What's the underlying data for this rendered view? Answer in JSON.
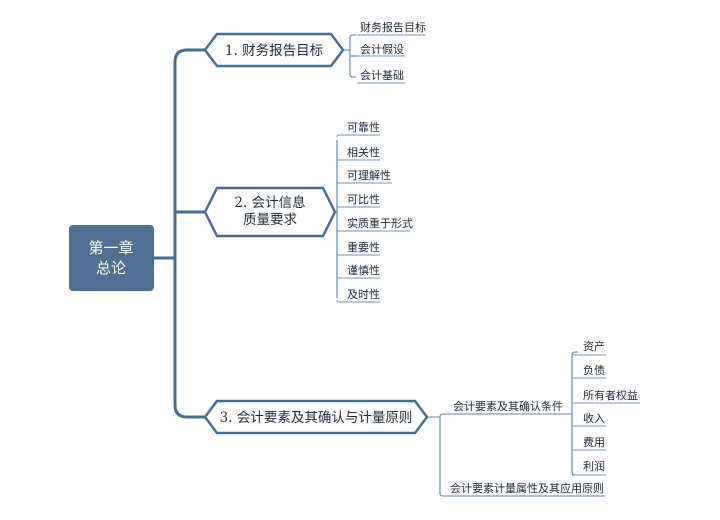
{
  "root": {
    "line1": "第一章",
    "line2": "总论"
  },
  "branches": [
    {
      "label": "1. 财务报告目标",
      "children": [
        "财务报告目标",
        "会计假设",
        "会计基础"
      ]
    },
    {
      "label_line1": "2. 会计信息",
      "label_line2": "质量要求",
      "children": [
        "可靠性",
        "相关性",
        "可理解性",
        "可比性",
        "实质重于形式",
        "重要性",
        "谨慎性",
        "及时性"
      ]
    },
    {
      "label": "3. 会计要素及其确认与计量原则",
      "subnodes": [
        {
          "label": "会计要素及其确认条件",
          "children": [
            "资产",
            "负债",
            "所有者权益",
            "收入",
            "费用",
            "利润"
          ]
        },
        {
          "label": "会计要素计量属性及其应用原则"
        }
      ]
    }
  ],
  "colors": {
    "root_fill": "#4e6f91",
    "connector": "#4a6a8a",
    "leaf_line": "#6f93bd"
  }
}
